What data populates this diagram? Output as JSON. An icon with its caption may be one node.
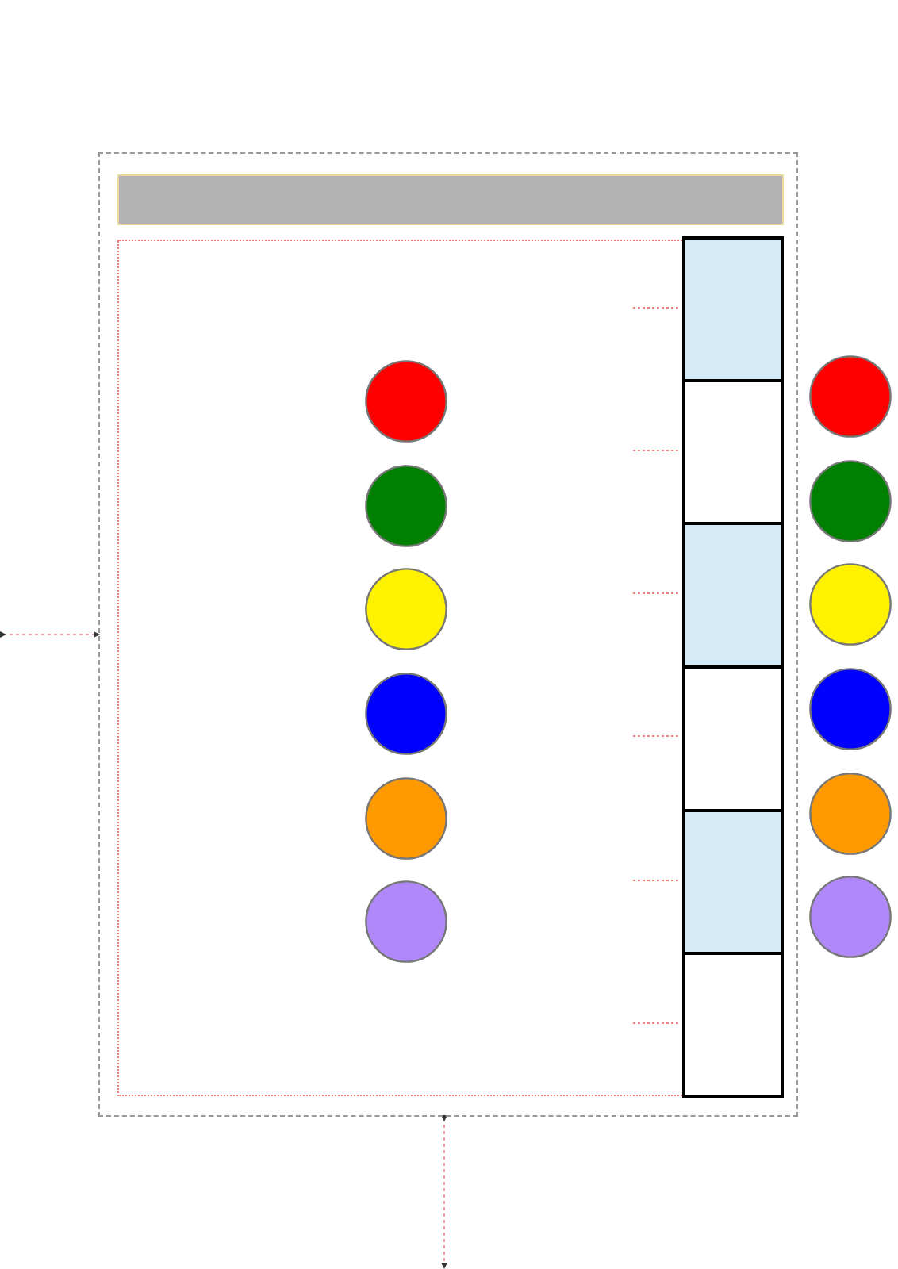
{
  "diagram": {
    "nodes": [
      {
        "text": [],
        "shape": "box"
      },
      {
        "text": [],
        "shape": "bar",
        "in": 0
      },
      {
        "text": [],
        "shape": "box",
        "in": 0
      },
      {
        "text": [],
        "shape": "circle",
        "in": 2
      },
      {
        "text": [],
        "shape": "circle",
        "in": 2
      },
      {
        "text": [],
        "shape": "circle",
        "in": 2
      },
      {
        "text": [],
        "shape": "circle",
        "in": 2
      },
      {
        "text": [],
        "shape": "circle",
        "in": 2
      },
      {
        "text": [],
        "shape": "circle",
        "in": 2
      },
      {
        "text": [],
        "shape": "box",
        "in": 0
      },
      {
        "text": [],
        "shape": "box",
        "in": 0
      },
      {
        "text": [],
        "shape": "box",
        "in": 0
      },
      {
        "text": [],
        "shape": "box",
        "in": 0
      },
      {
        "text": [],
        "shape": "box",
        "in": 0
      },
      {
        "text": [],
        "shape": "box",
        "in": 0
      },
      {
        "text": [],
        "shape": "circle"
      },
      {
        "text": [],
        "shape": "circle"
      },
      {
        "text": [],
        "shape": "circle"
      },
      {
        "text": [],
        "shape": "circle"
      },
      {
        "text": [],
        "shape": "circle"
      },
      {
        "text": [],
        "shape": "circle"
      }
    ]
  }
}
